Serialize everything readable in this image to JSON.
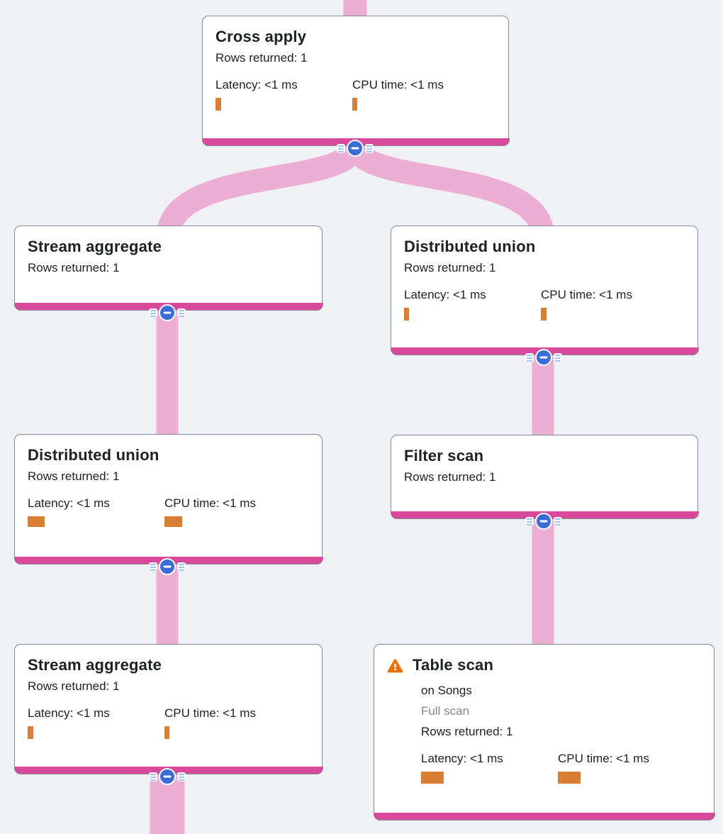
{
  "colors": {
    "bg": "#f0f1f4",
    "card": "#ffffff",
    "border": "#858c95",
    "magenta": "#d8499c",
    "ribbon": "#edaed3",
    "blue": "#3a6dd8",
    "stripe": "#a9c2f2",
    "orange": "#d97e35",
    "warn": "#e8710a",
    "text": "#202124",
    "muted": "#80868b"
  },
  "nodes": [
    {
      "id": "cross-apply",
      "title": "Cross apply",
      "rows": "Rows returned: 1",
      "latency_label": "Latency: <1 ms",
      "cpu_label": "CPU time: <1 ms",
      "latency_bar": {
        "w": 8,
        "h": 18
      },
      "cpu_bar": {
        "w": 7,
        "h": 18
      },
      "collapse_button": true
    },
    {
      "id": "stream-aggregate-1",
      "title": "Stream aggregate",
      "rows": "Rows returned: 1",
      "collapse_button": true
    },
    {
      "id": "distributed-union-1",
      "title": "Distributed union",
      "rows": "Rows returned: 1",
      "latency_label": "Latency: <1 ms",
      "cpu_label": "CPU time: <1 ms",
      "latency_bar": {
        "w": 7,
        "h": 18
      },
      "cpu_bar": {
        "w": 8,
        "h": 18
      },
      "collapse_button": true
    },
    {
      "id": "distributed-union-2",
      "title": "Distributed union",
      "rows": "Rows returned: 1",
      "latency_label": "Latency: <1 ms",
      "cpu_label": "CPU time: <1 ms",
      "latency_bar": {
        "w": 24,
        "h": 15
      },
      "cpu_bar": {
        "w": 25,
        "h": 15
      },
      "collapse_button": true
    },
    {
      "id": "filter-scan",
      "title": "Filter scan",
      "rows": "Rows returned: 1",
      "collapse_button": true
    },
    {
      "id": "stream-aggregate-2",
      "title": "Stream aggregate",
      "rows": "Rows returned: 1",
      "latency_label": "Latency: <1 ms",
      "cpu_label": "CPU time: <1 ms",
      "latency_bar": {
        "w": 8,
        "h": 18
      },
      "cpu_bar": {
        "w": 7,
        "h": 18
      },
      "collapse_button": true
    },
    {
      "id": "table-scan",
      "title": "Table scan",
      "warning": true,
      "table": "on Songs",
      "scan_type": "Full scan",
      "rows": "Rows returned: 1",
      "latency_label": "Latency: <1 ms",
      "cpu_label": "CPU time: <1 ms",
      "latency_bar": {
        "w": 32,
        "h": 17
      },
      "cpu_bar": {
        "w": 32,
        "h": 17
      },
      "collapse_button": false
    }
  ],
  "edges": [
    {
      "from": "parent-offscreen",
      "to": "cross-apply"
    },
    {
      "from": "cross-apply",
      "to": "stream-aggregate-1"
    },
    {
      "from": "cross-apply",
      "to": "distributed-union-1"
    },
    {
      "from": "stream-aggregate-1",
      "to": "distributed-union-2"
    },
    {
      "from": "distributed-union-1",
      "to": "filter-scan"
    },
    {
      "from": "distributed-union-2",
      "to": "stream-aggregate-2"
    },
    {
      "from": "filter-scan",
      "to": "table-scan"
    },
    {
      "from": "stream-aggregate-2",
      "to": "child-offscreen"
    }
  ]
}
